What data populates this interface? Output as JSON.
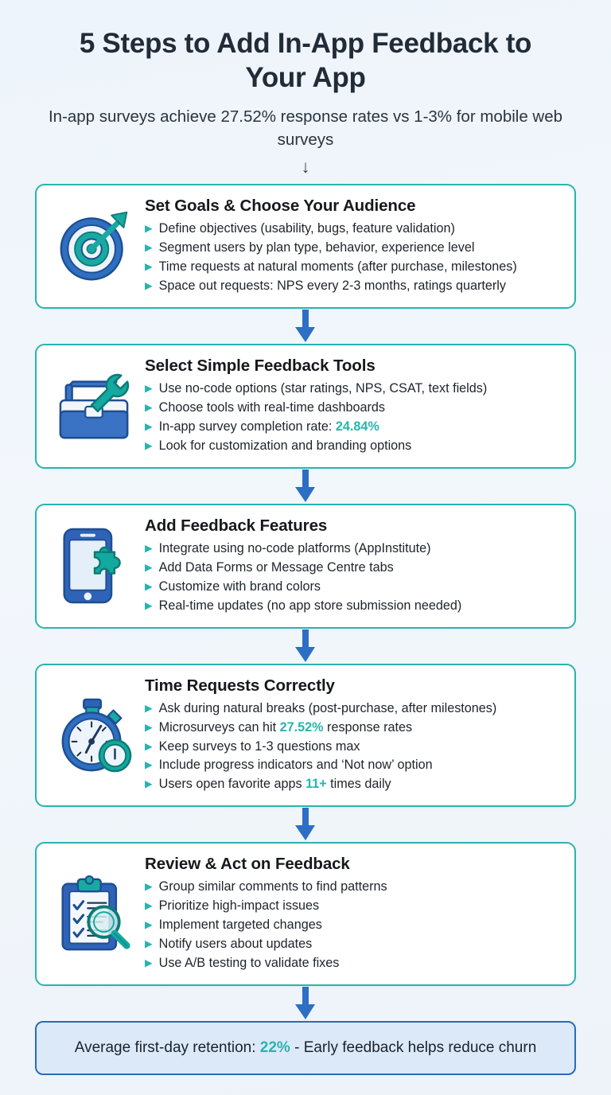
{
  "header": {
    "title": "5 Steps to Add In-App Feedback to Your App",
    "subtitle": "In-app surveys achieve 27.52% response rates vs 1-3% for mobile web surveys",
    "down_arrow": "↓"
  },
  "colors": {
    "teal_accent": "#29b5ad",
    "card_border": "#2ab3ae",
    "arrow_blue": "#2d6fc4",
    "footer_border": "#2c6bb5",
    "footer_fill": "#dbe9f9",
    "background": "#eff4fa",
    "title_text": "#222b38"
  },
  "bullet_marker": "▶",
  "steps": [
    {
      "icon": "target-arrow-icon",
      "title": "Set Goals & Choose Your Audience",
      "bullets": [
        [
          {
            "t": "Define objectives (usability, bugs, feature validation)",
            "hl": false
          }
        ],
        [
          {
            "t": "Segment users by plan type, behavior, experience level",
            "hl": false
          }
        ],
        [
          {
            "t": "Time requests at natural moments (after purchase, milestones)",
            "hl": false
          }
        ],
        [
          {
            "t": "Space out requests: NPS every 2-3 months, ratings quarterly",
            "hl": false
          }
        ]
      ]
    },
    {
      "icon": "toolbox-wrench-icon",
      "title": "Select Simple Feedback Tools",
      "bullets": [
        [
          {
            "t": "Use no-code options (star ratings, NPS, CSAT, text fields)",
            "hl": false
          }
        ],
        [
          {
            "t": "Choose tools with real-time dashboards",
            "hl": false
          }
        ],
        [
          {
            "t": "In-app survey completion rate: ",
            "hl": false
          },
          {
            "t": "24.84%",
            "hl": true
          }
        ],
        [
          {
            "t": "Look for customization and branding options",
            "hl": false
          }
        ]
      ]
    },
    {
      "icon": "phone-puzzle-icon",
      "title": "Add Feedback Features",
      "bullets": [
        [
          {
            "t": "Integrate using no-code platforms (AppInstitute)",
            "hl": false
          }
        ],
        [
          {
            "t": "Add Data Forms or Message Centre tabs",
            "hl": false
          }
        ],
        [
          {
            "t": "Customize with brand colors",
            "hl": false
          }
        ],
        [
          {
            "t": "Real-time updates (no app store submission needed)",
            "hl": false
          }
        ]
      ]
    },
    {
      "icon": "stopwatch-icon",
      "title": "Time Requests Correctly",
      "bullets": [
        [
          {
            "t": "Ask during natural breaks (post-purchase, after milestones)",
            "hl": false
          }
        ],
        [
          {
            "t": "Microsurveys can hit ",
            "hl": false
          },
          {
            "t": "27.52%",
            "hl": true
          },
          {
            "t": " response rates",
            "hl": false
          }
        ],
        [
          {
            "t": "Keep surveys to 1-3 questions max",
            "hl": false
          }
        ],
        [
          {
            "t": "Include progress indicators and ‘Not now’ option",
            "hl": false
          }
        ],
        [
          {
            "t": "Users open favorite apps ",
            "hl": false
          },
          {
            "t": "11+",
            "hl": true
          },
          {
            "t": " times daily",
            "hl": false
          }
        ]
      ]
    },
    {
      "icon": "clipboard-magnifier-icon",
      "title": "Review & Act on Feedback",
      "bullets": [
        [
          {
            "t": "Group similar comments to find patterns",
            "hl": false
          }
        ],
        [
          {
            "t": "Prioritize high-impact issues",
            "hl": false
          }
        ],
        [
          {
            "t": "Implement targeted changes",
            "hl": false
          }
        ],
        [
          {
            "t": "Notify users about updates",
            "hl": false
          }
        ],
        [
          {
            "t": "Use A/B testing to validate fixes",
            "hl": false
          }
        ]
      ]
    }
  ],
  "footer": {
    "parts": [
      {
        "t": "Average first-day retention: ",
        "hl": false
      },
      {
        "t": "22%",
        "hl": true
      },
      {
        "t": " - Early feedback helps reduce churn",
        "hl": false
      }
    ]
  }
}
